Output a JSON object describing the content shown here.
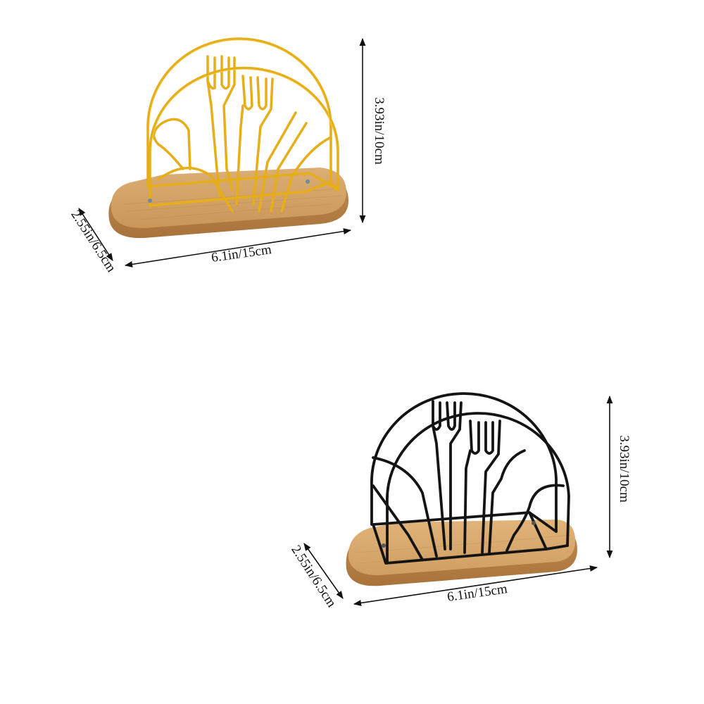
{
  "products": [
    {
      "variant": "gold",
      "colors": {
        "wire": "#e8b21a",
        "wire_highlight": "#f7d44a",
        "wood": "#d4a46a",
        "wood_edge": "#b98548"
      },
      "dimensions": {
        "height": "3.93in/10cm",
        "width": "6.1in/15cm",
        "depth": "2.55in/6.5cm"
      }
    },
    {
      "variant": "black",
      "colors": {
        "wire": "#151515",
        "wire_highlight": "#333333",
        "wood": "#d9ab72",
        "wood_edge": "#bf8c50"
      },
      "dimensions": {
        "height": "3.93in/10cm",
        "width": "6.1in/15cm",
        "depth": "2.55in/6.5cm"
      }
    }
  ]
}
